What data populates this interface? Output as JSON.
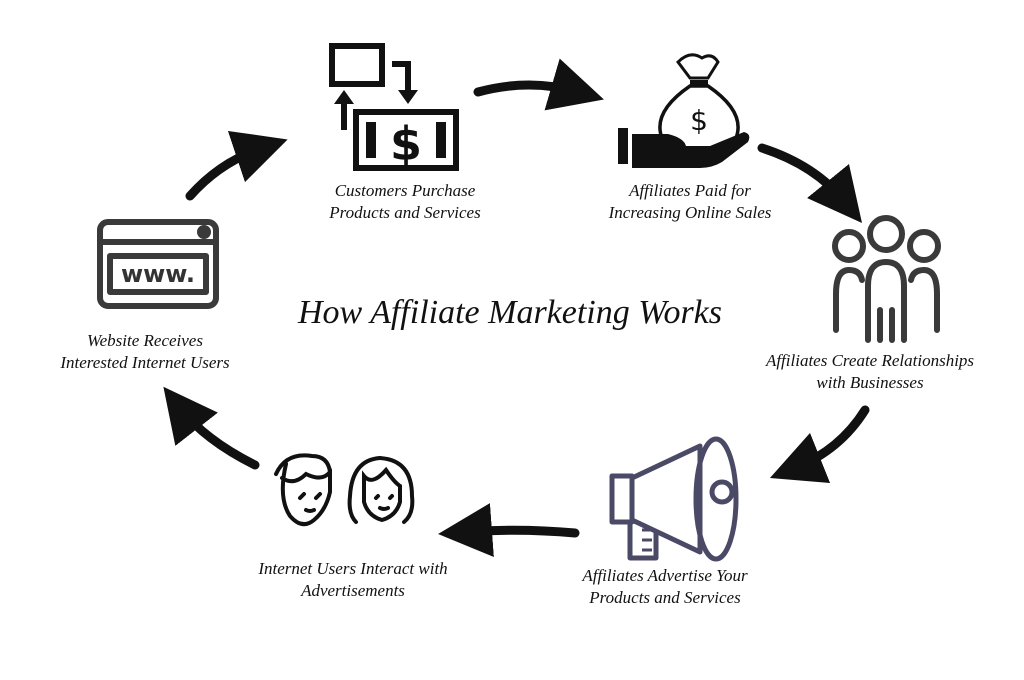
{
  "title": "How Affiliate Marketing Works",
  "steps": [
    {
      "id": "purchase",
      "line1": "Customers Purchase",
      "line2": "Products and Services",
      "icon": "payment-exchange-icon"
    },
    {
      "id": "paid",
      "line1": "Affiliates Paid for",
      "line2": "Increasing Online Sales",
      "icon": "money-bag-hand-icon"
    },
    {
      "id": "relationships",
      "line1": "Affiliates Create Relationships",
      "line2": "with Businesses",
      "icon": "people-group-icon"
    },
    {
      "id": "advertise",
      "line1": "Affiliates Advertise Your",
      "line2": "Products and Services",
      "icon": "megaphone-icon"
    },
    {
      "id": "interact",
      "line1": "Internet Users Interact with",
      "line2": "Advertisements",
      "icon": "user-faces-icon"
    },
    {
      "id": "website",
      "line1": "Website Receives",
      "line2": "Interested Internet Users",
      "icon": "browser-window-icon"
    }
  ],
  "website_icon_text": "www.",
  "money_symbol": "$",
  "colors": {
    "ink": "#1a1a1a",
    "megaphone": "#4a4a66",
    "people": "#3a3a3a"
  }
}
